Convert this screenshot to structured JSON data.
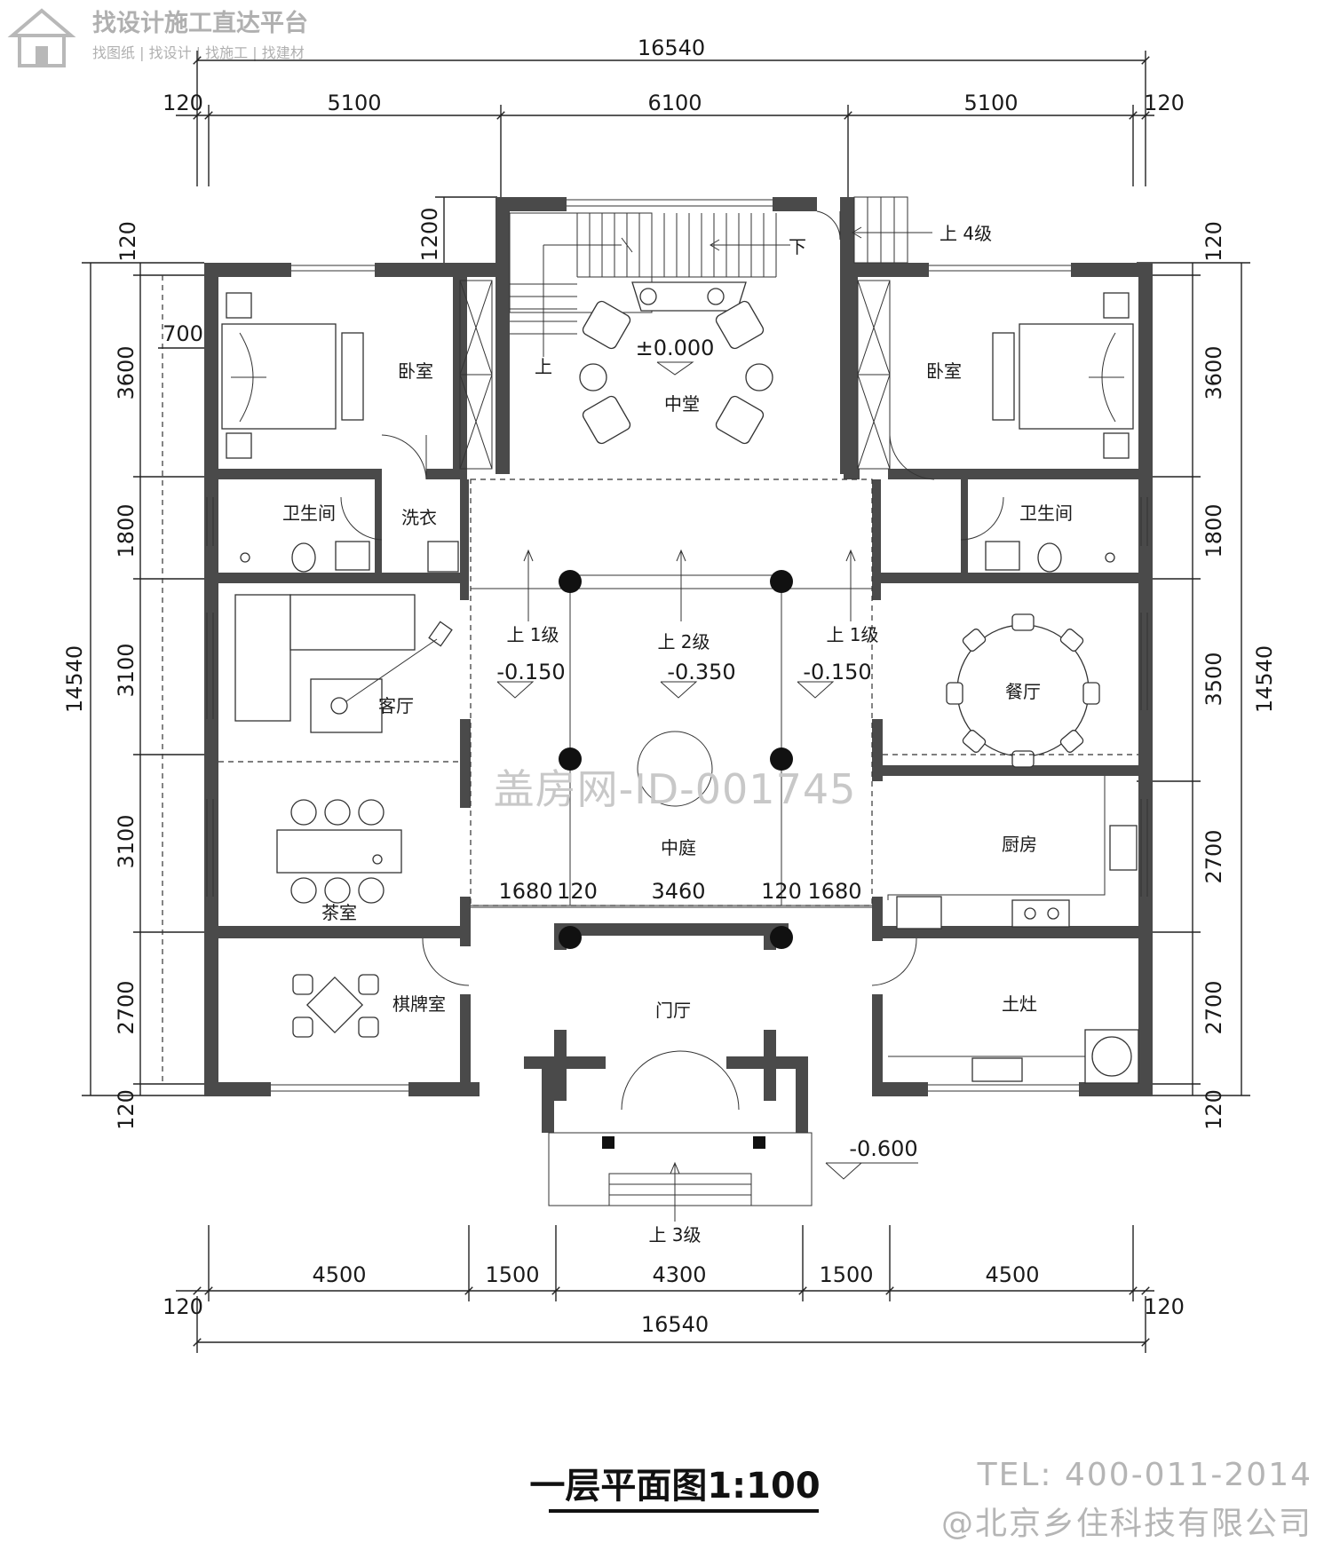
{
  "header": {
    "brand_title": "找设计施工直达平台",
    "brand_subtitle": "找图纸 | 找设计 | 找施工 | 找建材"
  },
  "dimensions": {
    "top_total": "16540",
    "top_left_wall": "120",
    "top_right_wall": "120",
    "top_left_bay": "5100",
    "top_mid_bay": "6100",
    "top_right_bay": "5100",
    "bottom_total": "16540",
    "bottom_left_wall": "120",
    "bottom_right_wall": "120",
    "bottom_segments": [
      "4500",
      "1500",
      "4300",
      "1500",
      "4500"
    ],
    "left_total": "14540",
    "right_total": "14540",
    "left_top_wall": "120",
    "left_bottom_wall": "120",
    "right_top_wall": "120",
    "right_bottom_wall": "120",
    "left_segments": [
      "3600",
      "1800",
      "3100",
      "3100",
      "2700"
    ],
    "right_segments": [
      "3600",
      "1800",
      "3500",
      "2700",
      "2700"
    ],
    "offset_700": "700",
    "offset_1200": "1200",
    "courtyard_segments": [
      "1680",
      "120",
      "3460",
      "120",
      "1680"
    ]
  },
  "rooms": {
    "bedroom_left": "卧室",
    "bedroom_right": "卧室",
    "central_hall": "中堂",
    "bath_left": "卫生间",
    "bath_right": "卫生间",
    "laundry": "洗衣",
    "living_room": "客厅",
    "dining_room": "餐厅",
    "tea_room": "茶室",
    "courtyard": "中庭",
    "kitchen": "厨房",
    "chess_room": "棋牌室",
    "entry_hall": "门厅",
    "earth_stove": "土灶"
  },
  "levels": {
    "hall": "±0.000",
    "court_left": "-0.150",
    "court_mid": "-0.350",
    "court_right": "-0.150",
    "exterior": "-0.600"
  },
  "stairs": {
    "up_4": "上 4级",
    "down": "下",
    "up": "上",
    "up_1_left": "上 1级",
    "up_2": "上 2级",
    "up_1_right": "上 1级",
    "up_3": "上 3级"
  },
  "watermark": "盖房网-ID-001745",
  "footer": {
    "drawing_title": "一层平面图1:100",
    "tel": "TEL: 400-011-2014",
    "company": "@北京乡住科技有限公司"
  }
}
